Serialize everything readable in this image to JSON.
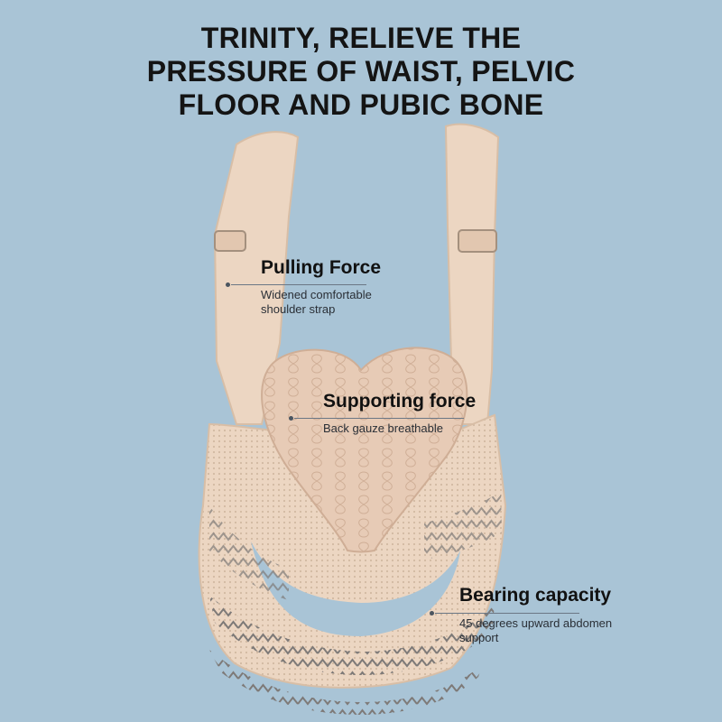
{
  "headline": {
    "line1": "TRINITY, RELIEVE THE",
    "line2": "PRESSURE OF WAIST, PELVIC",
    "line3": "FLOOR AND PUBIC BONE"
  },
  "callouts": [
    {
      "title": "Pulling Force",
      "desc_line1": "Widened comfortable",
      "desc_line2": "shoulder strap"
    },
    {
      "title": "Supporting force",
      "desc_line1": "Back gauze breathable",
      "desc_line2": ""
    },
    {
      "title": "Bearing capacity",
      "desc_line1": "45 degrees upward abdomen",
      "desc_line2": "support"
    }
  ],
  "colors": {
    "background": "#a9c4d6",
    "fabric": "#ecd6c2",
    "fabric_shadow": "#d8bea6",
    "pattern": "#7e7a78"
  }
}
